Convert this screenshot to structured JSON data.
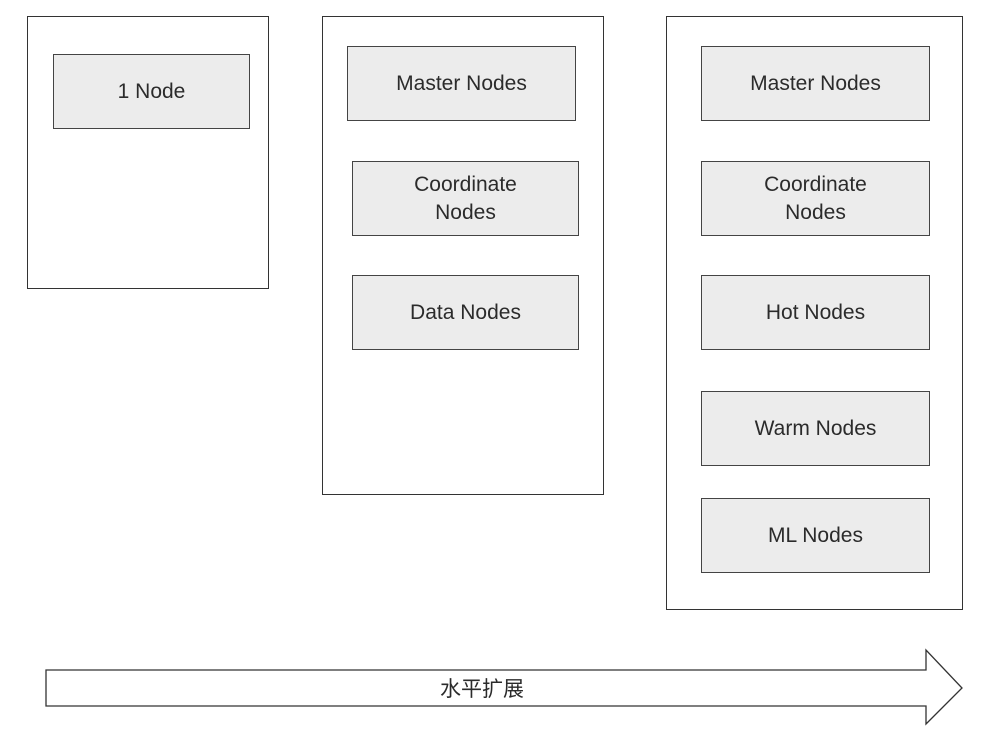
{
  "clusters": [
    {
      "nodes": [
        "1 Node"
      ]
    },
    {
      "nodes": [
        "Master Nodes",
        "Coordinate\nNodes",
        "Data Nodes"
      ]
    },
    {
      "nodes": [
        "Master Nodes",
        "Coordinate\nNodes",
        "Hot Nodes",
        "Warm Nodes",
        "ML Nodes"
      ]
    }
  ],
  "arrow": {
    "label": "水平扩展"
  },
  "colors": {
    "node_fill": "#ececec",
    "border": "#333333",
    "text": "#2b2b2b",
    "background": "#ffffff"
  }
}
